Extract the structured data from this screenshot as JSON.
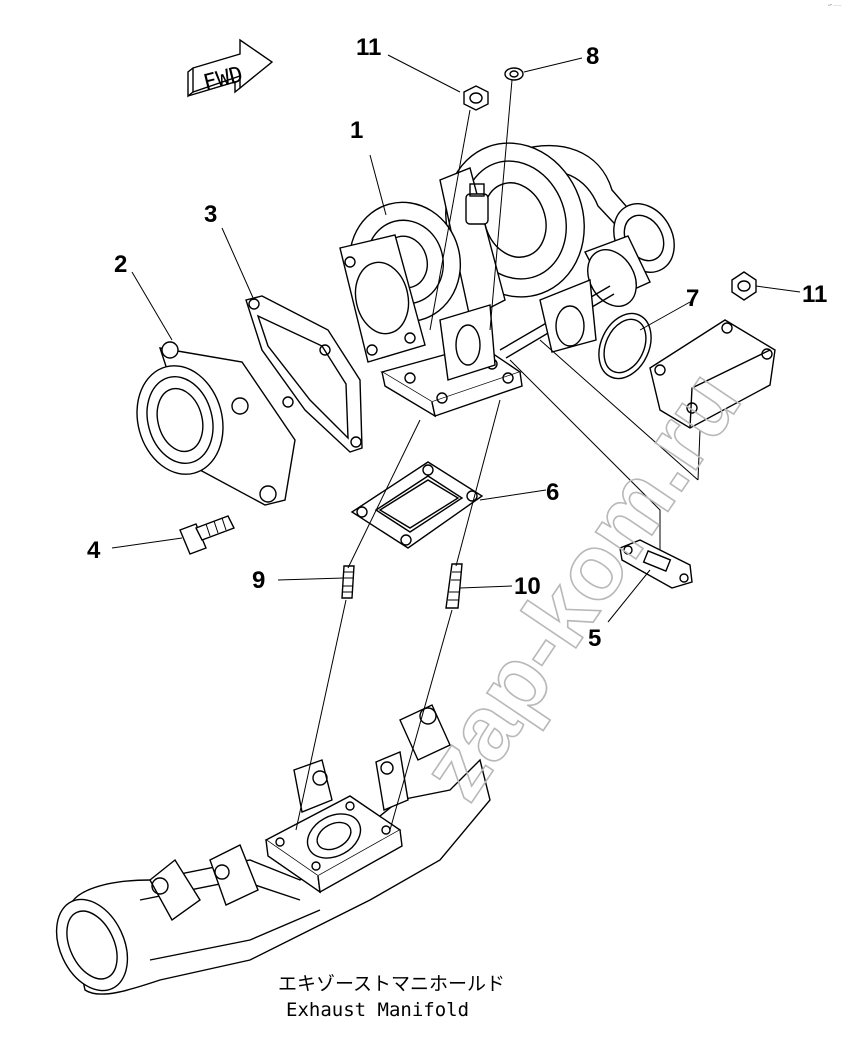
{
  "diagram": {
    "caption_jp": "エキゾーストマニホールド",
    "caption_en": "Exhaust Manifold",
    "direction_label": "FWD",
    "watermark": "zap-kom.ru",
    "corner_mark": "ᵒᴾ ⁻⁻⁻",
    "callouts": [
      {
        "id": "c11a",
        "label": "11"
      },
      {
        "id": "c8",
        "label": "8"
      },
      {
        "id": "c1",
        "label": "1"
      },
      {
        "id": "c3",
        "label": "3"
      },
      {
        "id": "c2",
        "label": "2"
      },
      {
        "id": "c7",
        "label": "7"
      },
      {
        "id": "c11b",
        "label": "11"
      },
      {
        "id": "c6",
        "label": "6"
      },
      {
        "id": "c4",
        "label": "4"
      },
      {
        "id": "c9",
        "label": "9"
      },
      {
        "id": "c10",
        "label": "10"
      },
      {
        "id": "c5",
        "label": "5"
      }
    ]
  }
}
